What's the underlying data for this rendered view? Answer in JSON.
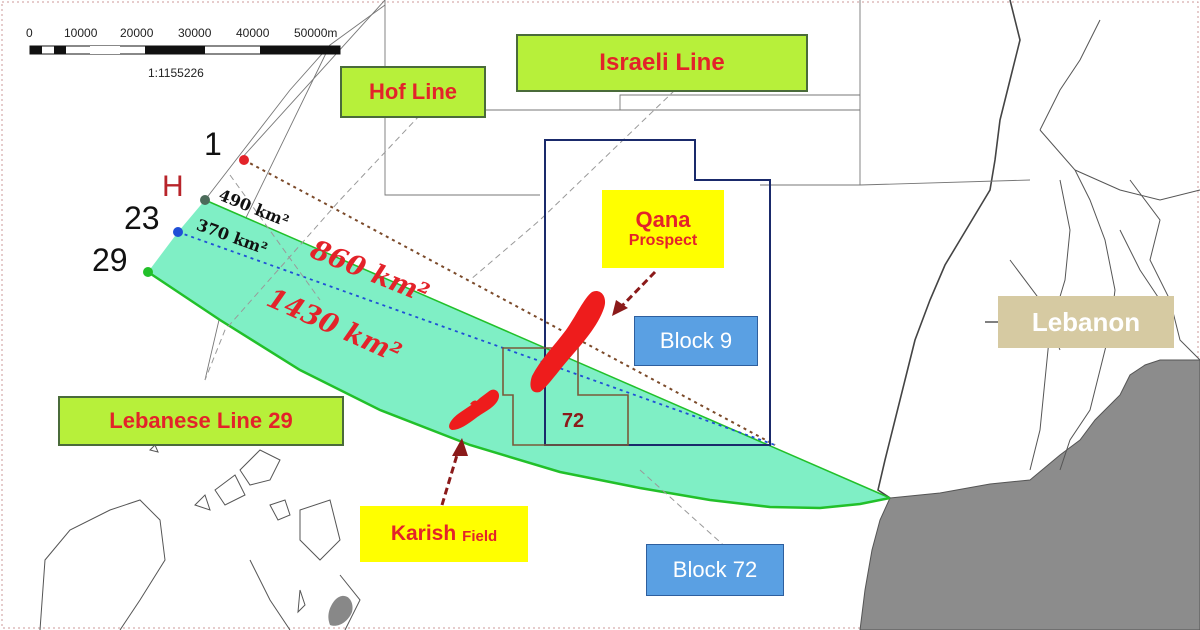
{
  "scale_bar": {
    "ticks": [
      "0",
      "10000",
      "20000",
      "30000",
      "40000",
      "50000m"
    ],
    "ratio": "1:1155226"
  },
  "labels": {
    "hof_line": "Hof Line",
    "israeli_line": "Israeli Line",
    "lebanese_line": "Lebanese Line 29",
    "qana_title": "Qana",
    "qana_sub": "Prospect",
    "karish_title": "Karish",
    "karish_sub": "Field",
    "block9": "Block 9",
    "block72": "Block 72",
    "block72_inner": "72",
    "lebanon": "Lebanon"
  },
  "points": {
    "p1": "1",
    "pH": "H",
    "p23": "23",
    "p29": "29"
  },
  "areas": {
    "a490": "490 km²",
    "a370": "370 km²",
    "a860": "860 km²",
    "a1430": "1430 km²"
  },
  "colors": {
    "disputed_area": "#7fefc5",
    "line29": "#22c02a",
    "land": "#8c8c8c",
    "field_red": "#ee1c1c",
    "point1": "#e3232a",
    "pointH": "#4b6b5a",
    "point23": "#1f4fd6",
    "point29": "#22c02a"
  }
}
